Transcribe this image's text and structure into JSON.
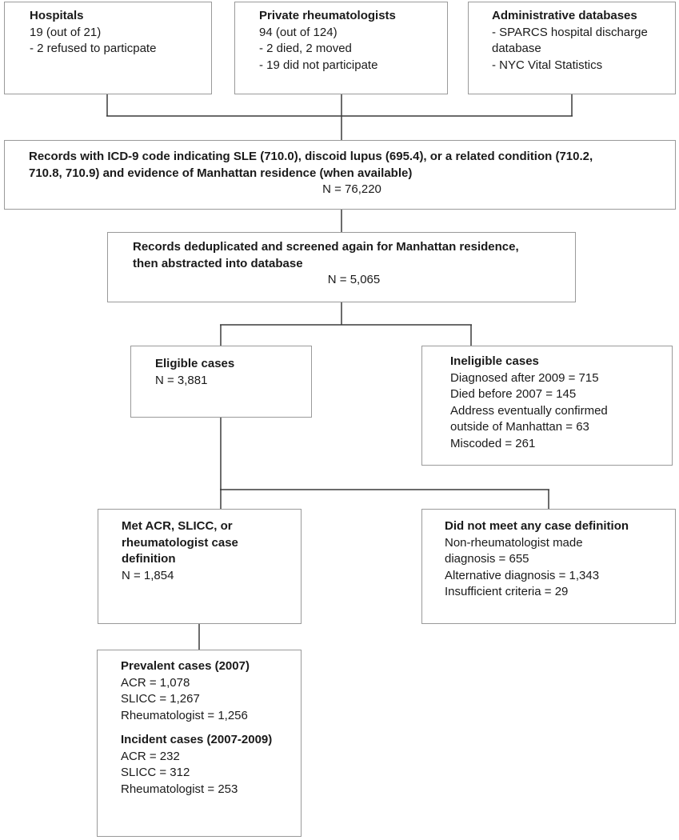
{
  "sources": {
    "hospitals": {
      "title": "Hospitals",
      "lines": [
        "19 (out of 21)",
        "- 2 refused to particpate"
      ]
    },
    "rheumatologists": {
      "title": "Private rheumatologists",
      "lines": [
        "94 (out of 124)",
        "- 2 died, 2 moved",
        "- 19 did not participate"
      ]
    },
    "databases": {
      "title": "Administrative databases",
      "lines": [
        "- SPARCS hospital discharge",
        "database",
        "- NYC Vital Statistics"
      ]
    }
  },
  "records": {
    "lines": [
      "Records with ICD-9 code indicating SLE (710.0), discoid lupus (695.4), or a related condition (710.2,",
      "710.8, 710.9) and evidence of Manhattan residence (when available)"
    ],
    "n": "N = 76,220"
  },
  "dedup": {
    "lines": [
      "Records deduplicated and screened again for Manhattan residence,",
      "then abstracted into database"
    ],
    "n": "N = 5,065"
  },
  "eligible": {
    "title": "Eligible cases",
    "n": "N = 3,881"
  },
  "ineligible": {
    "title": "Ineligible cases",
    "lines": [
      "Diagnosed after 2009 = 715",
      "Died before 2007 = 145",
      "Address eventually confirmed",
      "outside of Manhattan = 63",
      "Miscoded = 261"
    ]
  },
  "met": {
    "title_lines": [
      "Met ACR, SLICC, or",
      "rheumatologist case",
      "definition"
    ],
    "n": "N = 1,854"
  },
  "not_met": {
    "title": "Did not meet any case definition",
    "lines": [
      "Non-rheumatologist made",
      "diagnosis = 655",
      "Alternative diagnosis = 1,343",
      "Insufficient criteria = 29"
    ]
  },
  "cases": {
    "prevalent_title": "Prevalent cases (2007)",
    "prevalent": [
      "ACR = 1,078",
      "SLICC = 1,267",
      "Rheumatologist = 1,256"
    ],
    "incident_title": "Incident cases (2007-2009)",
    "incident": [
      "ACR = 232",
      "SLICC = 312",
      "Rheumatologist = 253"
    ]
  }
}
